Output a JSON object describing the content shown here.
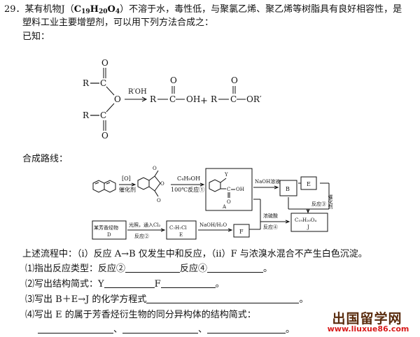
{
  "question": {
    "number": "29．",
    "line1_pre": "某有机物J（",
    "formula_c": "C",
    "formula_c_n": "19",
    "formula_h": "H",
    "formula_h_n": "20",
    "formula_o": "O",
    "formula_o_n": "4",
    "line1_post": "）不溶于水，毒性低，与聚氯乙烯、聚乙烯等树脂具有良好相容性，是",
    "line2": "塑料工业主要增塑剂，可以用下列方法合成之：",
    "known": "已知："
  },
  "known_reaction": {
    "r_top": "R",
    "c_top": "C",
    "o_top": "O",
    "o_bridge": "O",
    "r_bot": "R",
    "c_bot": "C",
    "o_bot": "O",
    "reagent": "R′OH",
    "p1_r": "R",
    "p1_c": "C",
    "p1_oh": "OH",
    "p1_o": "O",
    "plus": "+",
    "p2_r": "R",
    "p2_c": "C",
    "p2_or": "OR′",
    "p2_o": "O"
  },
  "route_title": "合成路线：",
  "route": {
    "step1_reagent": "[O]",
    "step1_condition": "催化剂",
    "step2_reagent": "C₄H₉OH",
    "step2_condition": "100℃反应①",
    "box_a_y": "Y",
    "box_a_c": "C",
    "box_a_oh": "OH",
    "box_a_o": "O",
    "box_a_label": "A",
    "naoh_solution": "NaOH溶液",
    "box_b": "B",
    "box_e_top": "E",
    "catalyst_v": "催化剂",
    "reaction3": "反应③",
    "conc_acid": "浓硫酸",
    "reaction4": "反应④",
    "box_j_formula": "C₁₉H₂₀O₄",
    "box_j_label": "J",
    "box_d_text": "某芳香烃物",
    "box_d_label": "D",
    "light_cond": "光照，通入Cl₂",
    "reaction2": "反应②",
    "box_e_mid_text": "C₇H₇Cl",
    "box_e_mid_label": "E",
    "naoh_h2o": "NaOH/H₂O",
    "box_f": "F"
  },
  "conditions": {
    "pre": "上述流程中：（ⅰ）反应 A→B 仅发生中和反应，（ⅱ）F 与浓溴水混合不产生白色沉淀。"
  },
  "items": [
    {
      "num": "⑴",
      "a": "指出反应类型：反应②",
      "b": "反应④",
      "end": "。"
    },
    {
      "num": "⑵",
      "a": "写出结构简式：Y",
      "b": "F",
      "end": "。"
    },
    {
      "num": "⑶",
      "a": "写出 B＋E→J 的化学方程式",
      "end": "。"
    },
    {
      "num": "⑷",
      "a": "写出 E 的属于芳香烃衍生物的同分异构体的结构简式："
    }
  ],
  "answer_sep": "、",
  "answer_end": "。",
  "watermark": {
    "title": "出国留学网",
    "url": "www.liuxue86.com"
  }
}
